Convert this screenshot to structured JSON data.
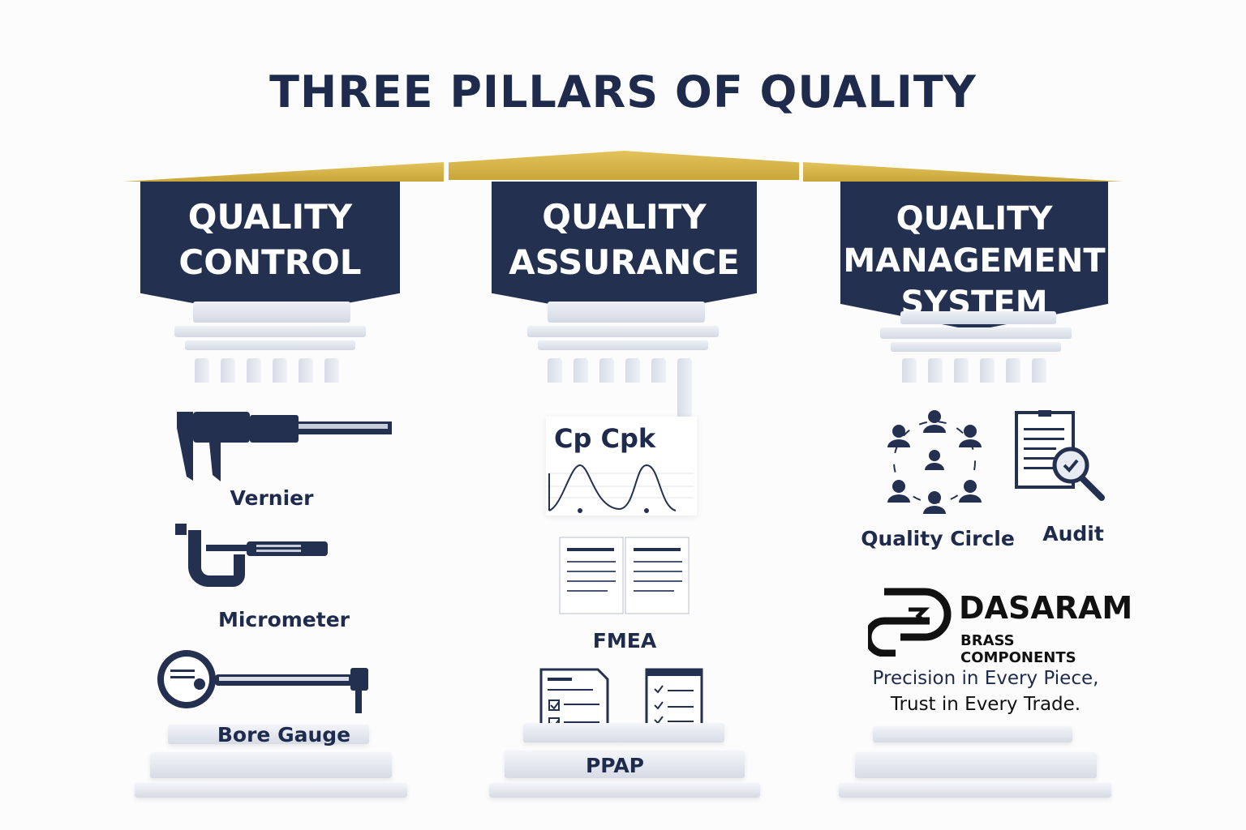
{
  "title": "THREE PILLARS OF QUALITY",
  "pillars": [
    {
      "line1": "QUALITY",
      "line2": "CONTROL",
      "items": [
        "Vernier",
        "Micrometer",
        "Bore Gauge"
      ]
    },
    {
      "line1": "QUALITY",
      "line2": "ASSURANCE",
      "items": [
        "Cp Cpk",
        "FMEA",
        "PPAP"
      ]
    },
    {
      "line1": "QUALITY",
      "line2": "MANAGEMENT",
      "line3": "SYSTEM",
      "items": [
        "Quality Circle",
        "Audit"
      ]
    }
  ],
  "brand": {
    "name": "DASARAM",
    "sub": "BRASS COMPONENTS",
    "tagline1": "Precision in Every Piece,",
    "tagline2": "Trust in Every Trade."
  },
  "colors": {
    "navy": "#23304f",
    "gold": "#d4b44a"
  }
}
